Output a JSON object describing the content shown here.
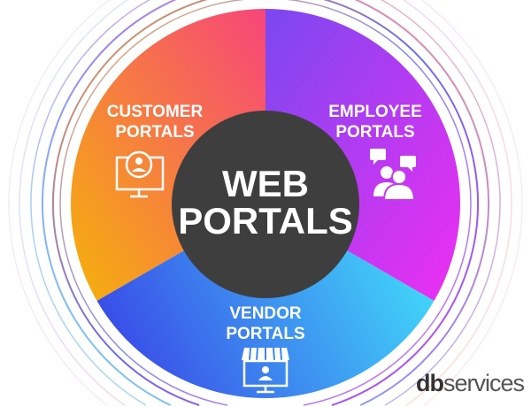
{
  "center": {
    "line1": "WEB",
    "line2": "PORTALS"
  },
  "segments": [
    {
      "line1": "CUSTOMER",
      "line2": "PORTALS",
      "icon": "monitor-user-icon",
      "colors": [
        "#f5b20a",
        "#f7457a"
      ]
    },
    {
      "line1": "EMPLOYEE",
      "line2": "PORTALS",
      "icon": "people-chat-icon",
      "colors": [
        "#7b48f0",
        "#e92ef5"
      ]
    },
    {
      "line1": "VENDOR",
      "line2": "PORTALS",
      "icon": "storefront-icon",
      "colors": [
        "#3a4ee8",
        "#42e0fa"
      ]
    }
  ],
  "center_color": "#3e3e3e",
  "logo": {
    "bold": "db",
    "rest": "services"
  }
}
